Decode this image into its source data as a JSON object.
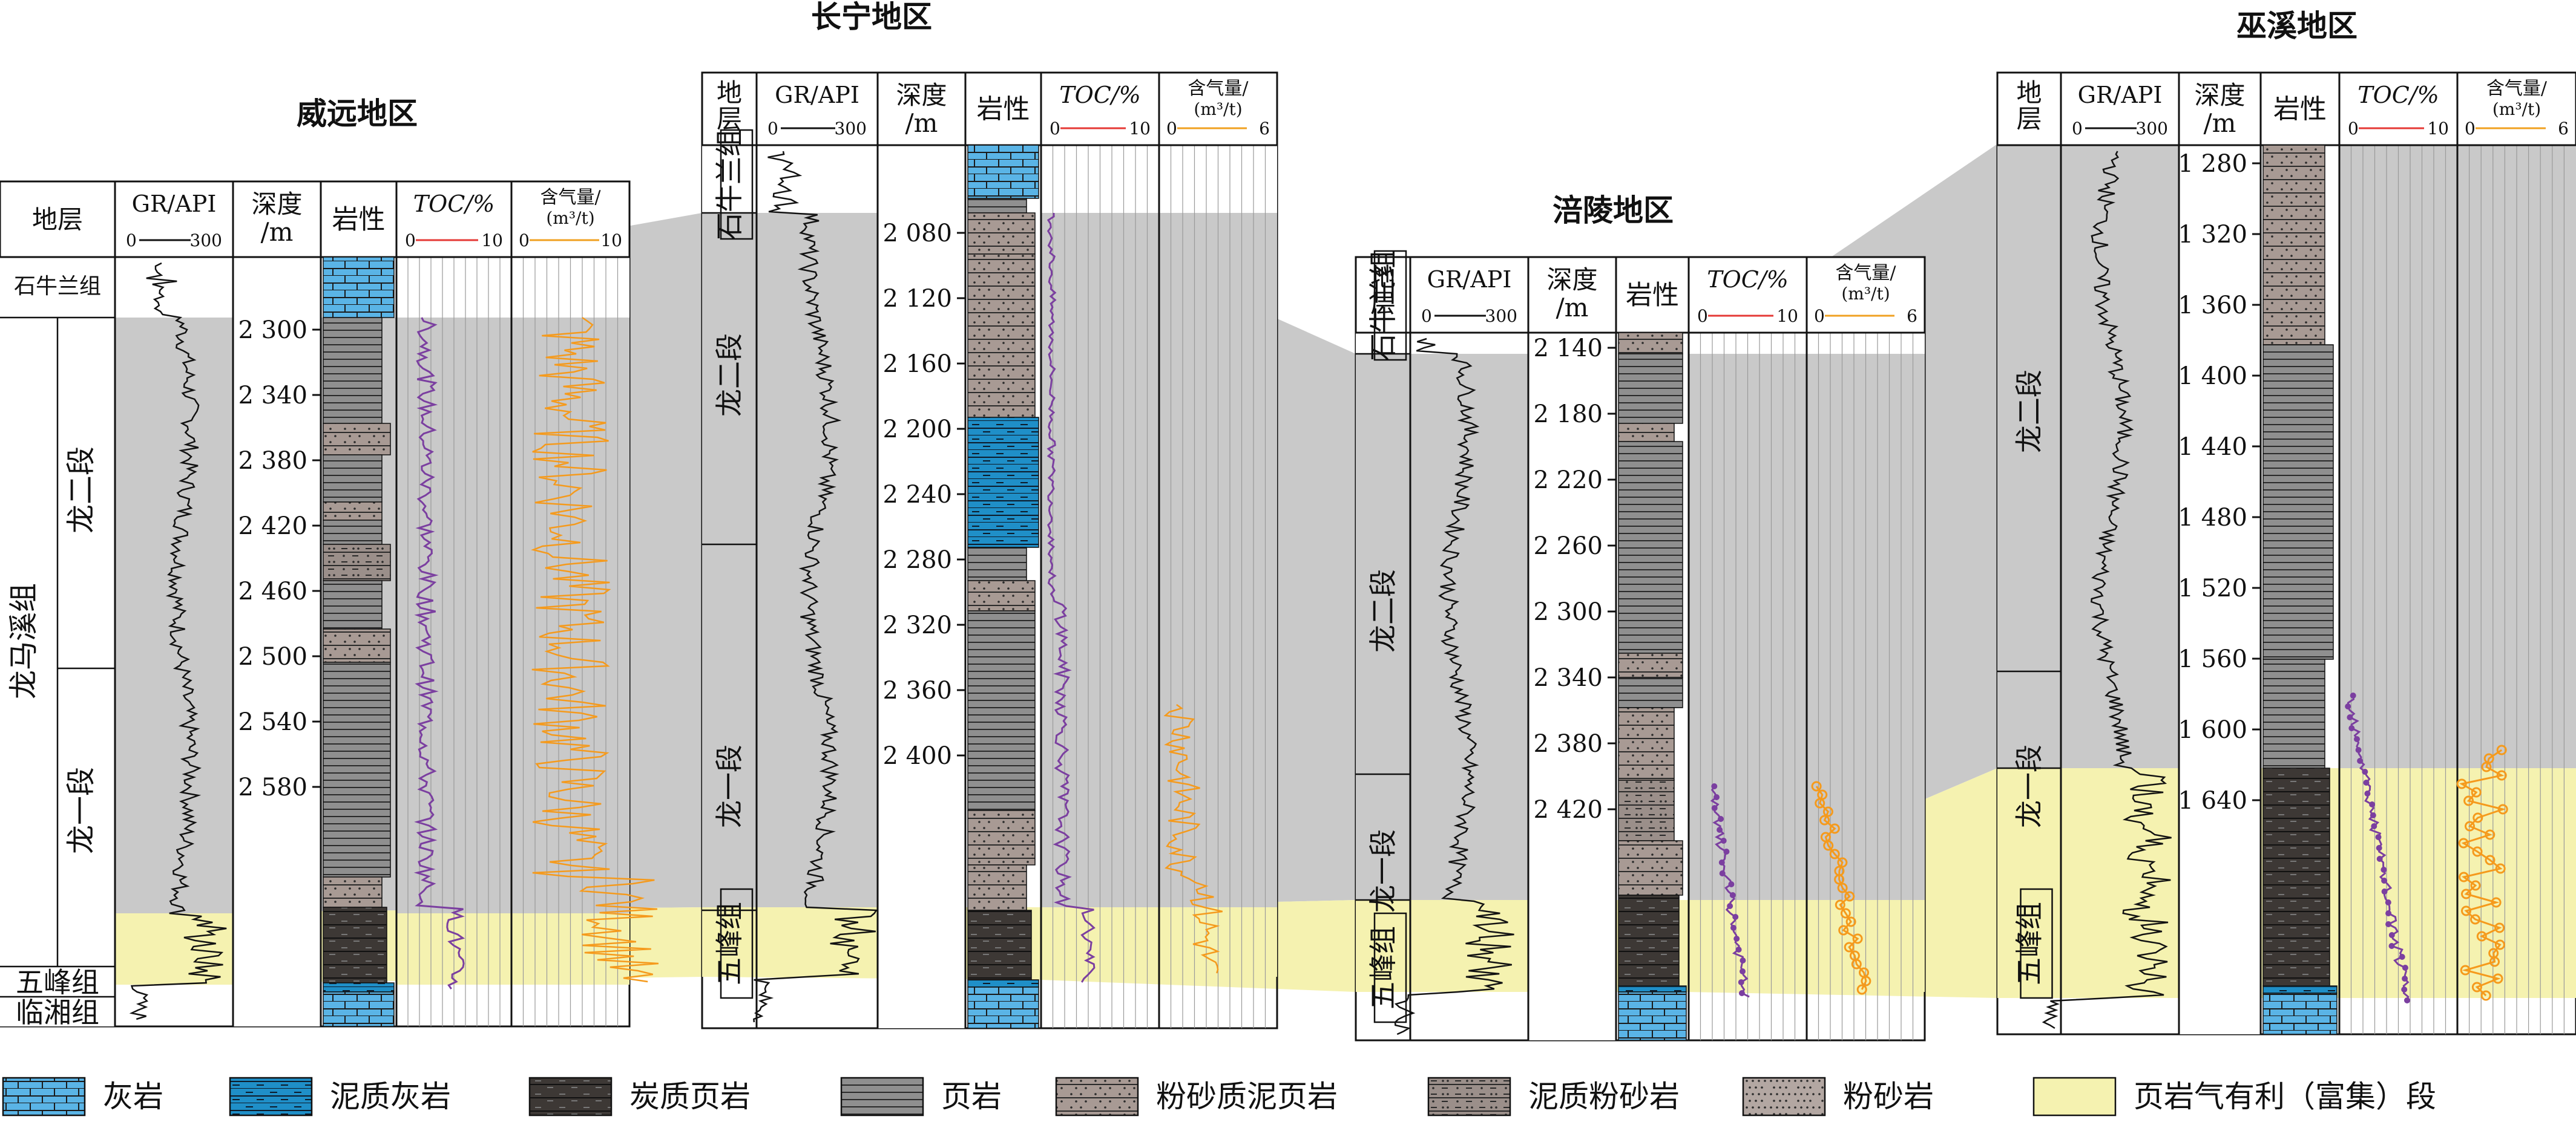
{
  "regions": [
    {
      "id": "weiyuan",
      "title": "威远地区",
      "layer_header": "地层",
      "gr": {
        "label": "GR/API",
        "min": "0",
        "max": "300"
      },
      "depth": {
        "label1": "深度",
        "label2": "/m"
      },
      "litho_label": "岩性",
      "toc": {
        "label": "TOC/%",
        "min": "0",
        "max": "10"
      },
      "gas": {
        "label1": "含气量/",
        "label2": "(m³/t)",
        "min": "0",
        "max": "10"
      },
      "depth_ticks": [
        "2 300",
        "2 340",
        "2 380",
        "2 420",
        "2 460",
        "2 500",
        "2 540",
        "2 580"
      ],
      "formations": [
        "石牛兰组",
        "龙马溪组",
        "龙二段",
        "龙一段",
        "五峰组",
        "临湘组"
      ]
    },
    {
      "id": "changning",
      "title": "长宁地区",
      "layer_header": "地层",
      "gr": {
        "label": "GR/API",
        "min": "0",
        "max": "300"
      },
      "depth": {
        "label1": "深度",
        "label2": "/m"
      },
      "litho_label": "岩性",
      "toc": {
        "label": "TOC/%",
        "min": "0",
        "max": "10"
      },
      "gas": {
        "label1": "含气量/",
        "label2": "(m³/t)",
        "min": "0",
        "max": "6"
      },
      "depth_ticks": [
        "2 080",
        "2 120",
        "2 160",
        "2 200",
        "2 240",
        "2 280",
        "2 320",
        "2 360",
        "2 400"
      ],
      "formations": [
        "石牛兰组",
        "龙二段",
        "龙一段",
        "五峰组"
      ]
    },
    {
      "id": "fuling",
      "title": "涪陵地区",
      "layer_header": "地层",
      "gr": {
        "label": "GR/API",
        "min": "0",
        "max": "300"
      },
      "depth": {
        "label1": "深度",
        "label2": "/m"
      },
      "litho_label": "岩性",
      "toc": {
        "label": "TOC/%",
        "min": "0",
        "max": "10"
      },
      "gas": {
        "label1": "含气量/",
        "label2": "(m³/t)",
        "min": "0",
        "max": "6"
      },
      "depth_ticks": [
        "2 140",
        "2 180",
        "2 220",
        "2 260",
        "2 300",
        "2 340",
        "2 380",
        "2 420"
      ],
      "formations": [
        "石牛兰组",
        "龙二段",
        "龙一段",
        "五峰组"
      ]
    },
    {
      "id": "wuxi",
      "title": "巫溪地区",
      "layer_header": "地层",
      "gr": {
        "label": "GR/API",
        "min": "0",
        "max": "300"
      },
      "depth": {
        "label1": "深度",
        "label2": "/m"
      },
      "litho_label": "岩性",
      "toc": {
        "label": "TOC/%",
        "min": "0",
        "max": "10"
      },
      "gas": {
        "label1": "含气量/",
        "label2": "(m³/t)",
        "min": "0",
        "max": "6"
      },
      "depth_ticks": [
        "1 280",
        "1 320",
        "1 360",
        "1 400",
        "1 440",
        "1 480",
        "1 520",
        "1 560",
        "1 600",
        "1 640"
      ],
      "formations": [
        "龙二段",
        "龙一段",
        "五峰组"
      ]
    }
  ],
  "legend": [
    {
      "label": "灰岩",
      "pattern": "limestone"
    },
    {
      "label": "泥质灰岩",
      "pattern": "marly-limestone"
    },
    {
      "label": "炭质页岩",
      "pattern": "carbonaceous-shale"
    },
    {
      "label": "页岩",
      "pattern": "shale"
    },
    {
      "label": "粉砂质泥页岩",
      "pattern": "silty-mudstone"
    },
    {
      "label": "泥质粉砂岩",
      "pattern": "argillaceous-siltstone"
    },
    {
      "label": "粉砂岩",
      "pattern": "siltstone"
    },
    {
      "label": "页岩气有利（富集）段",
      "pattern": "favorable"
    }
  ],
  "colors": {
    "gr": "#111111",
    "toc_axis": "#e53935",
    "toc_curve": "#7b3fa0",
    "gas_axis": "#f0a020",
    "gas_curve": "#f59a1c",
    "correlation_band": "#c9c9c9",
    "favorable_band": "#f5f2b0",
    "limestone": "#5ab4e6",
    "marly_limestone": "#1f8fc8",
    "dark_shale": "#3d3835",
    "shale": "#8f8f8f",
    "silty": "#a89a94"
  }
}
